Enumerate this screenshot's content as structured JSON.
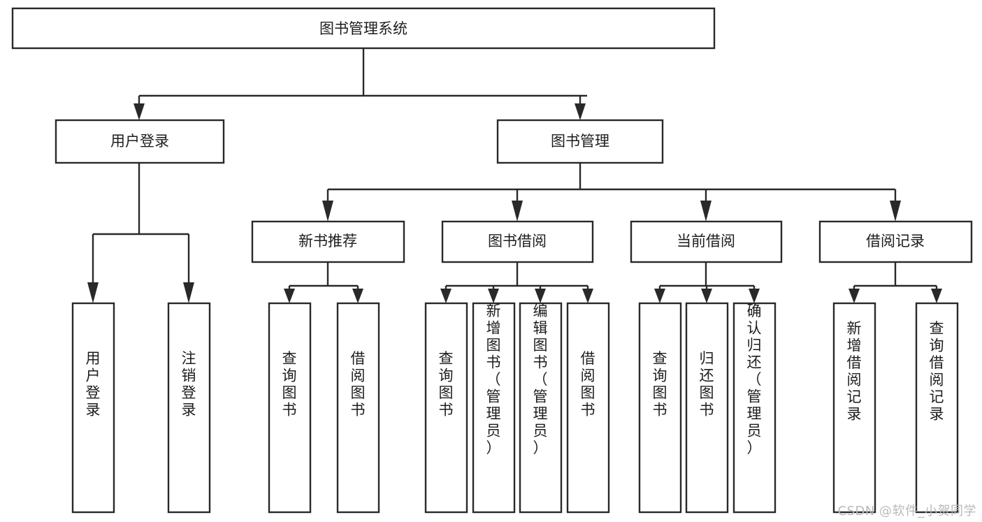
{
  "diagram": {
    "title": "图书管理系统",
    "type": "tree-hierarchy",
    "orientation": "top-down",
    "colors": {
      "box_fill": "#ffffff",
      "box_stroke": "#29292b",
      "text": "#1d1d1f",
      "watermark": "#b9b9bb",
      "background": "#ffffff"
    },
    "root": {
      "id": "root",
      "label": "图书管理系统"
    },
    "level2": [
      {
        "id": "user-login",
        "label": "用户登录"
      },
      {
        "id": "book-management",
        "label": "图书管理"
      }
    ],
    "level3": [
      {
        "id": "new-book-recommend",
        "label": "新书推荐",
        "parent": "book-management"
      },
      {
        "id": "book-borrow",
        "label": "图书借阅",
        "parent": "book-management"
      },
      {
        "id": "current-borrow",
        "label": "当前借阅",
        "parent": "book-management"
      },
      {
        "id": "borrow-record",
        "label": "借阅记录",
        "parent": "book-management"
      }
    ],
    "leaves": {
      "user-login": [
        {
          "id": "leaf-user-login",
          "label": "用户登录"
        },
        {
          "id": "leaf-user-logout",
          "label": "注销登录"
        }
      ],
      "new-book-recommend": [
        {
          "id": "leaf-query-book-1",
          "label": "查询图书"
        },
        {
          "id": "leaf-borrow-book-1",
          "label": "借阅图书"
        }
      ],
      "book-borrow": [
        {
          "id": "leaf-query-book-2",
          "label": "查询图书"
        },
        {
          "id": "leaf-add-book",
          "label": "新增图书（管理员）"
        },
        {
          "id": "leaf-edit-book",
          "label": "编辑图书（管理员）"
        },
        {
          "id": "leaf-borrow-book-2",
          "label": "借阅图书"
        }
      ],
      "current-borrow": [
        {
          "id": "leaf-query-book-3",
          "label": "查询图书"
        },
        {
          "id": "leaf-return-book",
          "label": "归还图书"
        },
        {
          "id": "leaf-confirm-return",
          "label": "确认归还（管理员）"
        }
      ],
      "borrow-record": [
        {
          "id": "leaf-add-record",
          "label": "新增借阅记录"
        },
        {
          "id": "leaf-query-record",
          "label": "查询借阅记录"
        }
      ]
    }
  },
  "watermark": {
    "text": "CSDN @软件_小贺同学"
  }
}
